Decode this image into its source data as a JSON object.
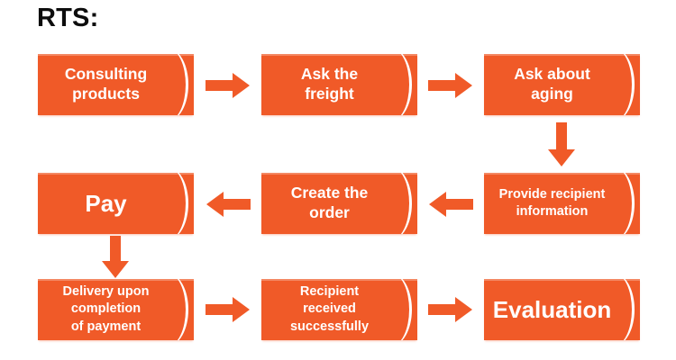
{
  "title": "RTS:",
  "colors": {
    "box": "#f05a28",
    "arrow": "#f05a28",
    "text_on_box": "#ffffff",
    "title_text": "#0d0d0d",
    "background": "#ffffff",
    "arc": "#ffffff"
  },
  "diagram": {
    "type": "flowchart",
    "node_count": 9,
    "nodes": [
      {
        "id": "n1",
        "label": "Consulting\nproducts",
        "row": 1,
        "col": 1,
        "size": "md"
      },
      {
        "id": "n2",
        "label": "Ask the\nfreight",
        "row": 1,
        "col": 2,
        "size": "md"
      },
      {
        "id": "n3",
        "label": "Ask about\naging",
        "row": 1,
        "col": 3,
        "size": "md"
      },
      {
        "id": "n4",
        "label": "Provide recipient\ninformation",
        "row": 2,
        "col": 3,
        "size": "sm"
      },
      {
        "id": "n5",
        "label": "Create the\norder",
        "row": 2,
        "col": 2,
        "size": "md"
      },
      {
        "id": "n6",
        "label": "Pay",
        "row": 2,
        "col": 1,
        "size": "lg"
      },
      {
        "id": "n7",
        "label": "Delivery upon\ncompletion\nof payment",
        "row": 3,
        "col": 1,
        "size": "sm"
      },
      {
        "id": "n8",
        "label": "Recipient received\nsuccessfully",
        "row": 3,
        "col": 2,
        "size": "sm"
      },
      {
        "id": "n9",
        "label": "Evaluation",
        "row": 3,
        "col": 3,
        "size": "lg"
      }
    ],
    "edges": [
      {
        "id": "e1",
        "from": "n1",
        "to": "n2",
        "direction": "right"
      },
      {
        "id": "e2",
        "from": "n2",
        "to": "n3",
        "direction": "right"
      },
      {
        "id": "e3",
        "from": "n3",
        "to": "n4",
        "direction": "down"
      },
      {
        "id": "e4",
        "from": "n4",
        "to": "n5",
        "direction": "left"
      },
      {
        "id": "e5",
        "from": "n5",
        "to": "n6",
        "direction": "left"
      },
      {
        "id": "e6",
        "from": "n6",
        "to": "n7",
        "direction": "down"
      },
      {
        "id": "e7",
        "from": "n7",
        "to": "n8",
        "direction": "right"
      },
      {
        "id": "e8",
        "from": "n8",
        "to": "n9",
        "direction": "right"
      }
    ]
  }
}
